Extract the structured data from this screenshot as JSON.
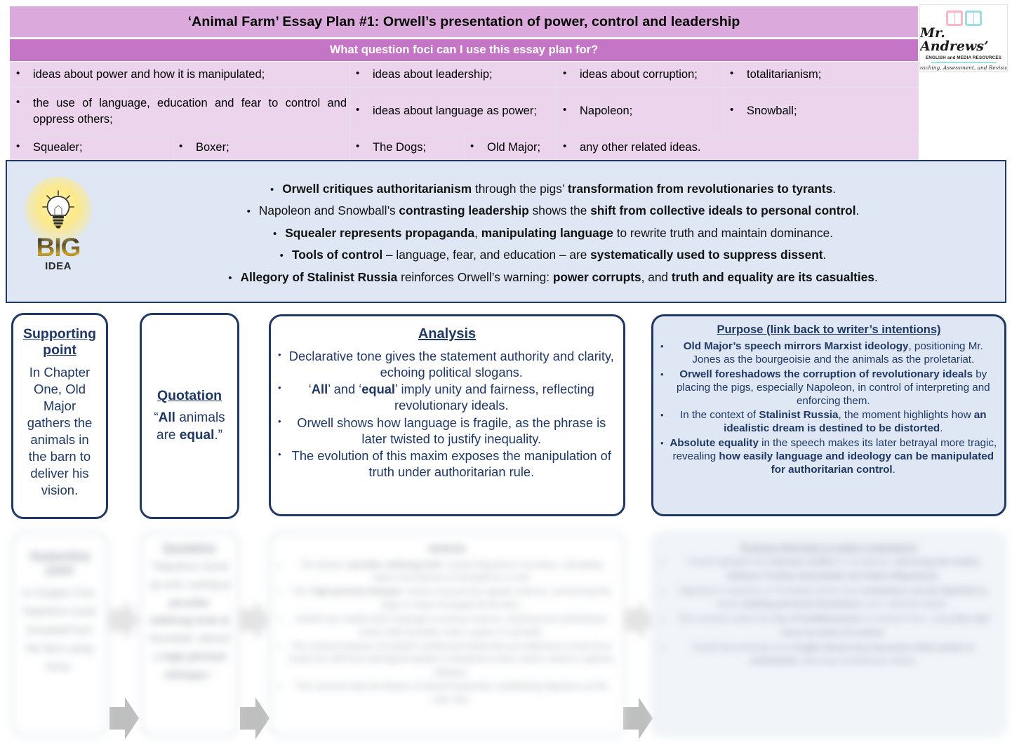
{
  "header": {
    "title": "‘Animal Farm’ Essay Plan #1: Orwell’s presentation of power, control and leadership",
    "foci_heading": "What question foci can I use this essay plan for?",
    "foci_rows": [
      [
        "ideas about power and how it is manipulated;",
        "ideas about leadership;",
        "ideas about corruption;",
        "totalitarianism;"
      ],
      [
        "the use of language, education and fear to control and oppress others;",
        "ideas about language as power;",
        "Napoleon;",
        "Snowball;"
      ],
      [
        "Squealer;",
        "Boxer;",
        "The Dogs;",
        "Old Major;",
        "any other related ideas."
      ]
    ]
  },
  "logo": {
    "name": "Mr. Andrews’",
    "subtitle": "ENGLISH and MEDIA RESOURCES",
    "tagline": "Teaching, Assessment, and Revision"
  },
  "big_idea": {
    "label_big": "BIG",
    "label_idea": "IDEA",
    "bullets": [
      [
        {
          "t": "Orwell critiques authoritarianism",
          "b": true
        },
        {
          "t": " through the pigs’ ",
          "b": false
        },
        {
          "t": "transformation from revolutionaries to tyrants",
          "b": true
        },
        {
          "t": ".",
          "b": false
        }
      ],
      [
        {
          "t": "Napoleon and Snowball’s ",
          "b": false
        },
        {
          "t": "contrasting leadership",
          "b": true
        },
        {
          "t": " shows the ",
          "b": false
        },
        {
          "t": "shift from collective ideals to personal control",
          "b": true
        },
        {
          "t": ".",
          "b": false
        }
      ],
      [
        {
          "t": "Squealer represents propaganda",
          "b": true
        },
        {
          "t": ", ",
          "b": false
        },
        {
          "t": "manipulating language",
          "b": true
        },
        {
          "t": " to rewrite truth and maintain dominance.",
          "b": false
        }
      ],
      [
        {
          "t": "Tools of control",
          "b": true
        },
        {
          "t": " – language, fear, and education – are ",
          "b": false
        },
        {
          "t": "systematically used to suppress dissent",
          "b": true
        },
        {
          "t": ".",
          "b": false
        }
      ],
      [
        {
          "t": "Allegory of Stalinist Russia",
          "b": true
        },
        {
          "t": " reinforces Orwell’s warning: ",
          "b": false
        },
        {
          "t": "power corrupts",
          "b": true
        },
        {
          "t": ", and ",
          "b": false
        },
        {
          "t": "truth and equality are its casualties",
          "b": true
        },
        {
          "t": ".",
          "b": false
        }
      ]
    ]
  },
  "flow_main": {
    "supporting": {
      "title": "Supporting point",
      "body": "In Chapter One, Old Major gathers the animals in the barn to deliver his vision."
    },
    "quotation": {
      "title": "Quotation",
      "parts": [
        {
          "t": "“",
          "b": false
        },
        {
          "t": "All",
          "b": true
        },
        {
          "t": " animals are ",
          "b": false
        },
        {
          "t": "equal",
          "b": true
        },
        {
          "t": ".”",
          "b": false
        }
      ]
    },
    "analysis": {
      "title": "Analysis",
      "bullets": [
        [
          {
            "t": "Declarative tone gives the statement authority and clarity, echoing political slogans.",
            "b": false
          }
        ],
        [
          {
            "t": "‘",
            "b": false
          },
          {
            "t": "All",
            "b": true
          },
          {
            "t": "’ and ‘",
            "b": false
          },
          {
            "t": "equal",
            "b": true
          },
          {
            "t": "’ imply unity and fairness, reflecting revolutionary ideals.",
            "b": false
          }
        ],
        [
          {
            "t": "Orwell shows how language is fragile, as the phrase is later twisted to justify inequality.",
            "b": false
          }
        ],
        [
          {
            "t": "The evolution of this maxim exposes the manipulation of truth under authoritarian rule.",
            "b": false
          }
        ]
      ]
    },
    "purpose": {
      "title": "Purpose (link back to writer’s intentions)",
      "bullets": [
        [
          {
            "t": "Old Major’s speech mirrors Marxist ideology",
            "b": true
          },
          {
            "t": ", positioning Mr. Jones as the bourgeoisie and the animals as the proletariat.",
            "b": false
          }
        ],
        [
          {
            "t": "Orwell foreshadows the corruption of revolutionary ideals",
            "b": true
          },
          {
            "t": " by placing the pigs, especially Napoleon, in control of interpreting and enforcing them.",
            "b": false
          }
        ],
        [
          {
            "t": "In the context of ",
            "b": false
          },
          {
            "t": "Stalinist Russia",
            "b": true
          },
          {
            "t": ", the moment highlights how ",
            "b": false
          },
          {
            "t": "an idealistic dream is destined to be distorted",
            "b": true
          },
          {
            "t": ".",
            "b": false
          }
        ],
        [
          {
            "t": "Absolute equality",
            "b": true
          },
          {
            "t": " in the speech makes its later betrayal more tragic, revealing ",
            "b": false
          },
          {
            "t": "how easily language and ideology can be manipulated for authoritarian control",
            "b": true
          },
          {
            "t": ".",
            "b": false
          }
        ]
      ]
    }
  },
  "flow_preview": {
    "supporting": {
      "title": "Supporting point",
      "body": "In Chapter Five, Napoleon ousts Snowball from the farm using force."
    },
    "quotation": {
      "title": "Quotation",
      "parts": [
        {
          "t": "“Napoleon stood up and, casting ",
          "b": false
        },
        {
          "t": "a peculiar sidelong look at",
          "b": true
        },
        {
          "t": " Snowball, uttered a ",
          "b": false
        },
        {
          "t": "high-pitched whimper",
          "b": true
        },
        {
          "t": ".”",
          "b": false
        }
      ]
    },
    "analysis": {
      "title": "Analysis",
      "bullets": [
        [
          {
            "t": "The phrase ",
            "b": false
          },
          {
            "t": "‘peculiar sidelong look’",
            "b": true
          },
          {
            "t": " reveals Napoleon’s secretive, calculating nature and distrust of Snowball as a rival.",
            "b": false
          }
        ],
        [
          {
            "t": "The ",
            "b": false
          },
          {
            "t": "‘high-pitched whimper’",
            "b": true
          },
          {
            "t": " seems innocent but signals violence, summoning the dogs to chase Snowball off the farm.",
            "b": false
          }
        ],
        [
          {
            "t": "Orwell uses euphemistic language to portray violence, showing how authoritarian power hides brutality under a guise of normality.",
            "b": false
          }
        ],
        [
          {
            "t": "The contrast between Snowball’s intellectual leadership and Napoleon’s brute force marks the shift from ideological debate to dictatorial control, where violence replaces dialogue.",
            "b": false
          }
        ],
        [
          {
            "t": "This moment ends the illusion of shared leadership, establishing Napoleon as the sole ruler.",
            "b": false
          }
        ]
      ]
    },
    "purpose": {
      "title": "Purpose (link back to writer’s intentions)",
      "bullets": [
        [
          {
            "t": "Orwell highlights the ",
            "b": false
          },
          {
            "t": "internal conflict",
            "b": true
          },
          {
            "t": " in revolutions, ",
            "b": false
          },
          {
            "t": "mirroring the rivalry between Trotsky (Snowball) and Stalin (Napoleon)",
            "b": true
          },
          {
            "t": ".",
            "b": false
          }
        ],
        [
          {
            "t": "Napoleon’s expulsion of Snowball shows how ",
            "b": false
          },
          {
            "t": "revolutions can be hijacked",
            "b": true
          },
          {
            "t": " by those ",
            "b": false
          },
          {
            "t": "seeking personal dominance",
            "b": true
          },
          {
            "t": " over collective ideals.",
            "b": false
          }
        ],
        [
          {
            "t": "This moment marks the ",
            "b": false
          },
          {
            "t": "rise of totalitarianism",
            "b": true
          },
          {
            "t": " on Animal Farm, using ",
            "b": false
          },
          {
            "t": "fear and force as tools of control",
            "b": true
          },
          {
            "t": ".",
            "b": false
          }
        ],
        [
          {
            "t": "Orwell demonstrates how ",
            "b": false
          },
          {
            "t": "fragile democracy becomes when power is centralised",
            "b": true
          },
          {
            "t": ", silencing revolutionary ideals.",
            "b": false
          }
        ]
      ]
    }
  },
  "colors": {
    "title_bar": "#DCA9DC",
    "foci_bar": "#C575C5",
    "cell": "#EBD4EC",
    "panel_fill": "#DEE7F3",
    "navy": "#1F3864",
    "arrow": "#BFBFBF"
  }
}
